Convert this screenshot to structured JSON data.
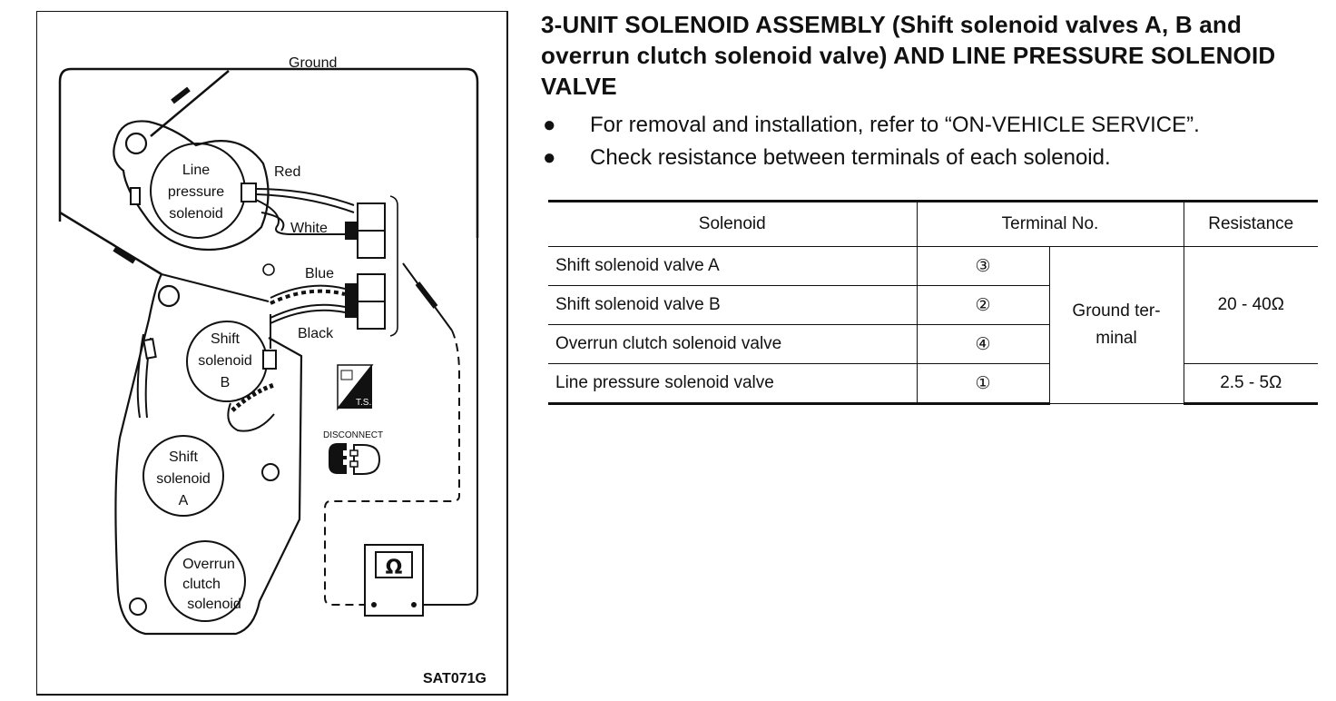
{
  "heading": "3-UNIT SOLENOID ASSEMBLY (Shift solenoid valves A, B and overrun clutch solenoid valve) AND LINE PRESSURE SOLENOID VALVE",
  "bullets": [
    "For removal and installation, refer to “ON-VEHICLE SERVICE”.",
    "Check resistance between terminals of each solenoid."
  ],
  "figure": {
    "labels": {
      "ground": "Ground",
      "red": "Red",
      "white": "White",
      "blue": "Blue",
      "black": "Black",
      "line_solenoid": [
        "Line",
        "pressure",
        "solenoid"
      ],
      "shift_b": [
        "Shift",
        "solenoid",
        "B"
      ],
      "shift_a": [
        "Shift",
        "solenoid",
        "A"
      ],
      "overrun": [
        "Overrun",
        "clutch",
        "solenoid"
      ],
      "disconnect": "DISCONNECT",
      "ts": "T.S.",
      "ohm": "Ω",
      "code": "SAT071G"
    },
    "icons": [
      "ts-tester-icon",
      "disconnect-connector-icon",
      "ohmmeter-icon"
    ]
  },
  "table": {
    "headers": [
      "Solenoid",
      "Terminal No.",
      "Resistance"
    ],
    "rows": [
      {
        "solenoid": "Shift solenoid valve A",
        "terminal": "③"
      },
      {
        "solenoid": "Shift solenoid valve B",
        "terminal": "②"
      },
      {
        "solenoid": "Overrun clutch solenoid valve",
        "terminal": "④"
      },
      {
        "solenoid": "Line pressure solenoid valve",
        "terminal": "①"
      }
    ],
    "ground_terminal": "Ground ter- minal",
    "resistance_1": "20 - 40Ω",
    "resistance_2": "2.5 - 5Ω"
  }
}
